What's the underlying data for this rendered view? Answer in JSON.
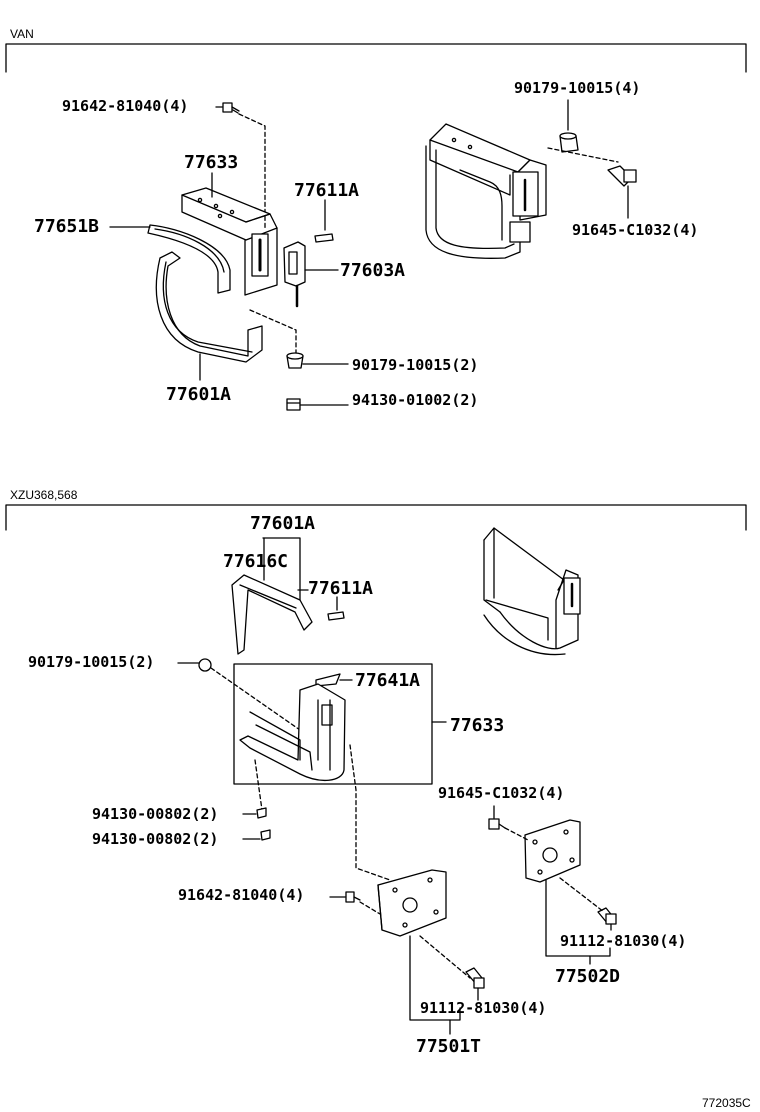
{
  "sections": {
    "van": {
      "label": "VAN"
    },
    "xzu": {
      "label": "XZU368,568"
    }
  },
  "van_parts": {
    "p_91642_81040": "91642-81040(4)",
    "p_77633": "77633",
    "p_77651B": "77651B",
    "p_77611A": "77611A",
    "p_77603A": "77603A",
    "p_90179_10015_2": "90179-10015(2)",
    "p_94130_01002": "94130-01002(2)",
    "p_77601A": "77601A",
    "p_90179_10015_4": "90179-10015(4)",
    "p_91645_C1032": "91645-C1032(4)"
  },
  "xzu_parts": {
    "p_77601A": "77601A",
    "p_77616C": "77616C",
    "p_77611A": "77611A",
    "p_90179_10015": "90179-10015(2)",
    "p_77641A": "77641A",
    "p_77633": "77633",
    "p_91645_C1032": "91645-C1032(4)",
    "p_94130_00802_a": "94130-00802(2)",
    "p_94130_00802_b": "94130-00802(2)",
    "p_91642_81040": "91642-81040(4)",
    "p_91112_81030_a": "91112-81030(4)",
    "p_77502D": "77502D",
    "p_91112_81030_b": "91112-81030(4)",
    "p_77501T": "77501T"
  },
  "figure_code": "772035C"
}
